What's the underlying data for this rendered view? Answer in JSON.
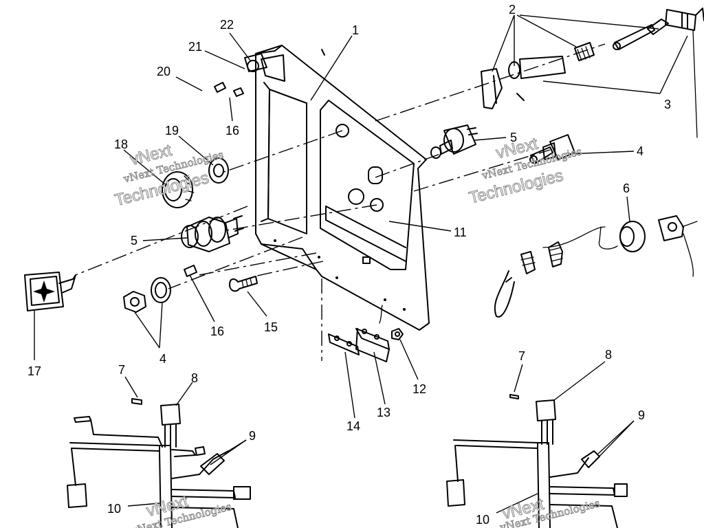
{
  "diagram": {
    "callouts": [
      {
        "id": "c1",
        "text": "1"
      },
      {
        "id": "c2",
        "text": "2"
      },
      {
        "id": "c3",
        "text": "3"
      },
      {
        "id": "c4a",
        "text": "4"
      },
      {
        "id": "c4b",
        "text": "4"
      },
      {
        "id": "c5a",
        "text": "5"
      },
      {
        "id": "c5b",
        "text": "5"
      },
      {
        "id": "c6",
        "text": "6"
      },
      {
        "id": "c7a",
        "text": "7"
      },
      {
        "id": "c7b",
        "text": "7"
      },
      {
        "id": "c8a",
        "text": "8"
      },
      {
        "id": "c8b",
        "text": "8"
      },
      {
        "id": "c9a",
        "text": "9"
      },
      {
        "id": "c9b",
        "text": "9"
      },
      {
        "id": "c10a",
        "text": "10"
      },
      {
        "id": "c10b",
        "text": "10"
      },
      {
        "id": "c11",
        "text": "11"
      },
      {
        "id": "c12",
        "text": "12"
      },
      {
        "id": "c13",
        "text": "13"
      },
      {
        "id": "c14",
        "text": "14"
      },
      {
        "id": "c15",
        "text": "15"
      },
      {
        "id": "c16a",
        "text": "16"
      },
      {
        "id": "c16b",
        "text": "16"
      },
      {
        "id": "c17",
        "text": "17"
      },
      {
        "id": "c18",
        "text": "18"
      },
      {
        "id": "c19",
        "text": "19"
      },
      {
        "id": "c20",
        "text": "20"
      },
      {
        "id": "c21",
        "text": "21"
      },
      {
        "id": "c22",
        "text": "22"
      }
    ]
  },
  "watermarks": {
    "line1": "vNext Technologies",
    "line2": "vNext",
    "line3": "Technologies"
  }
}
